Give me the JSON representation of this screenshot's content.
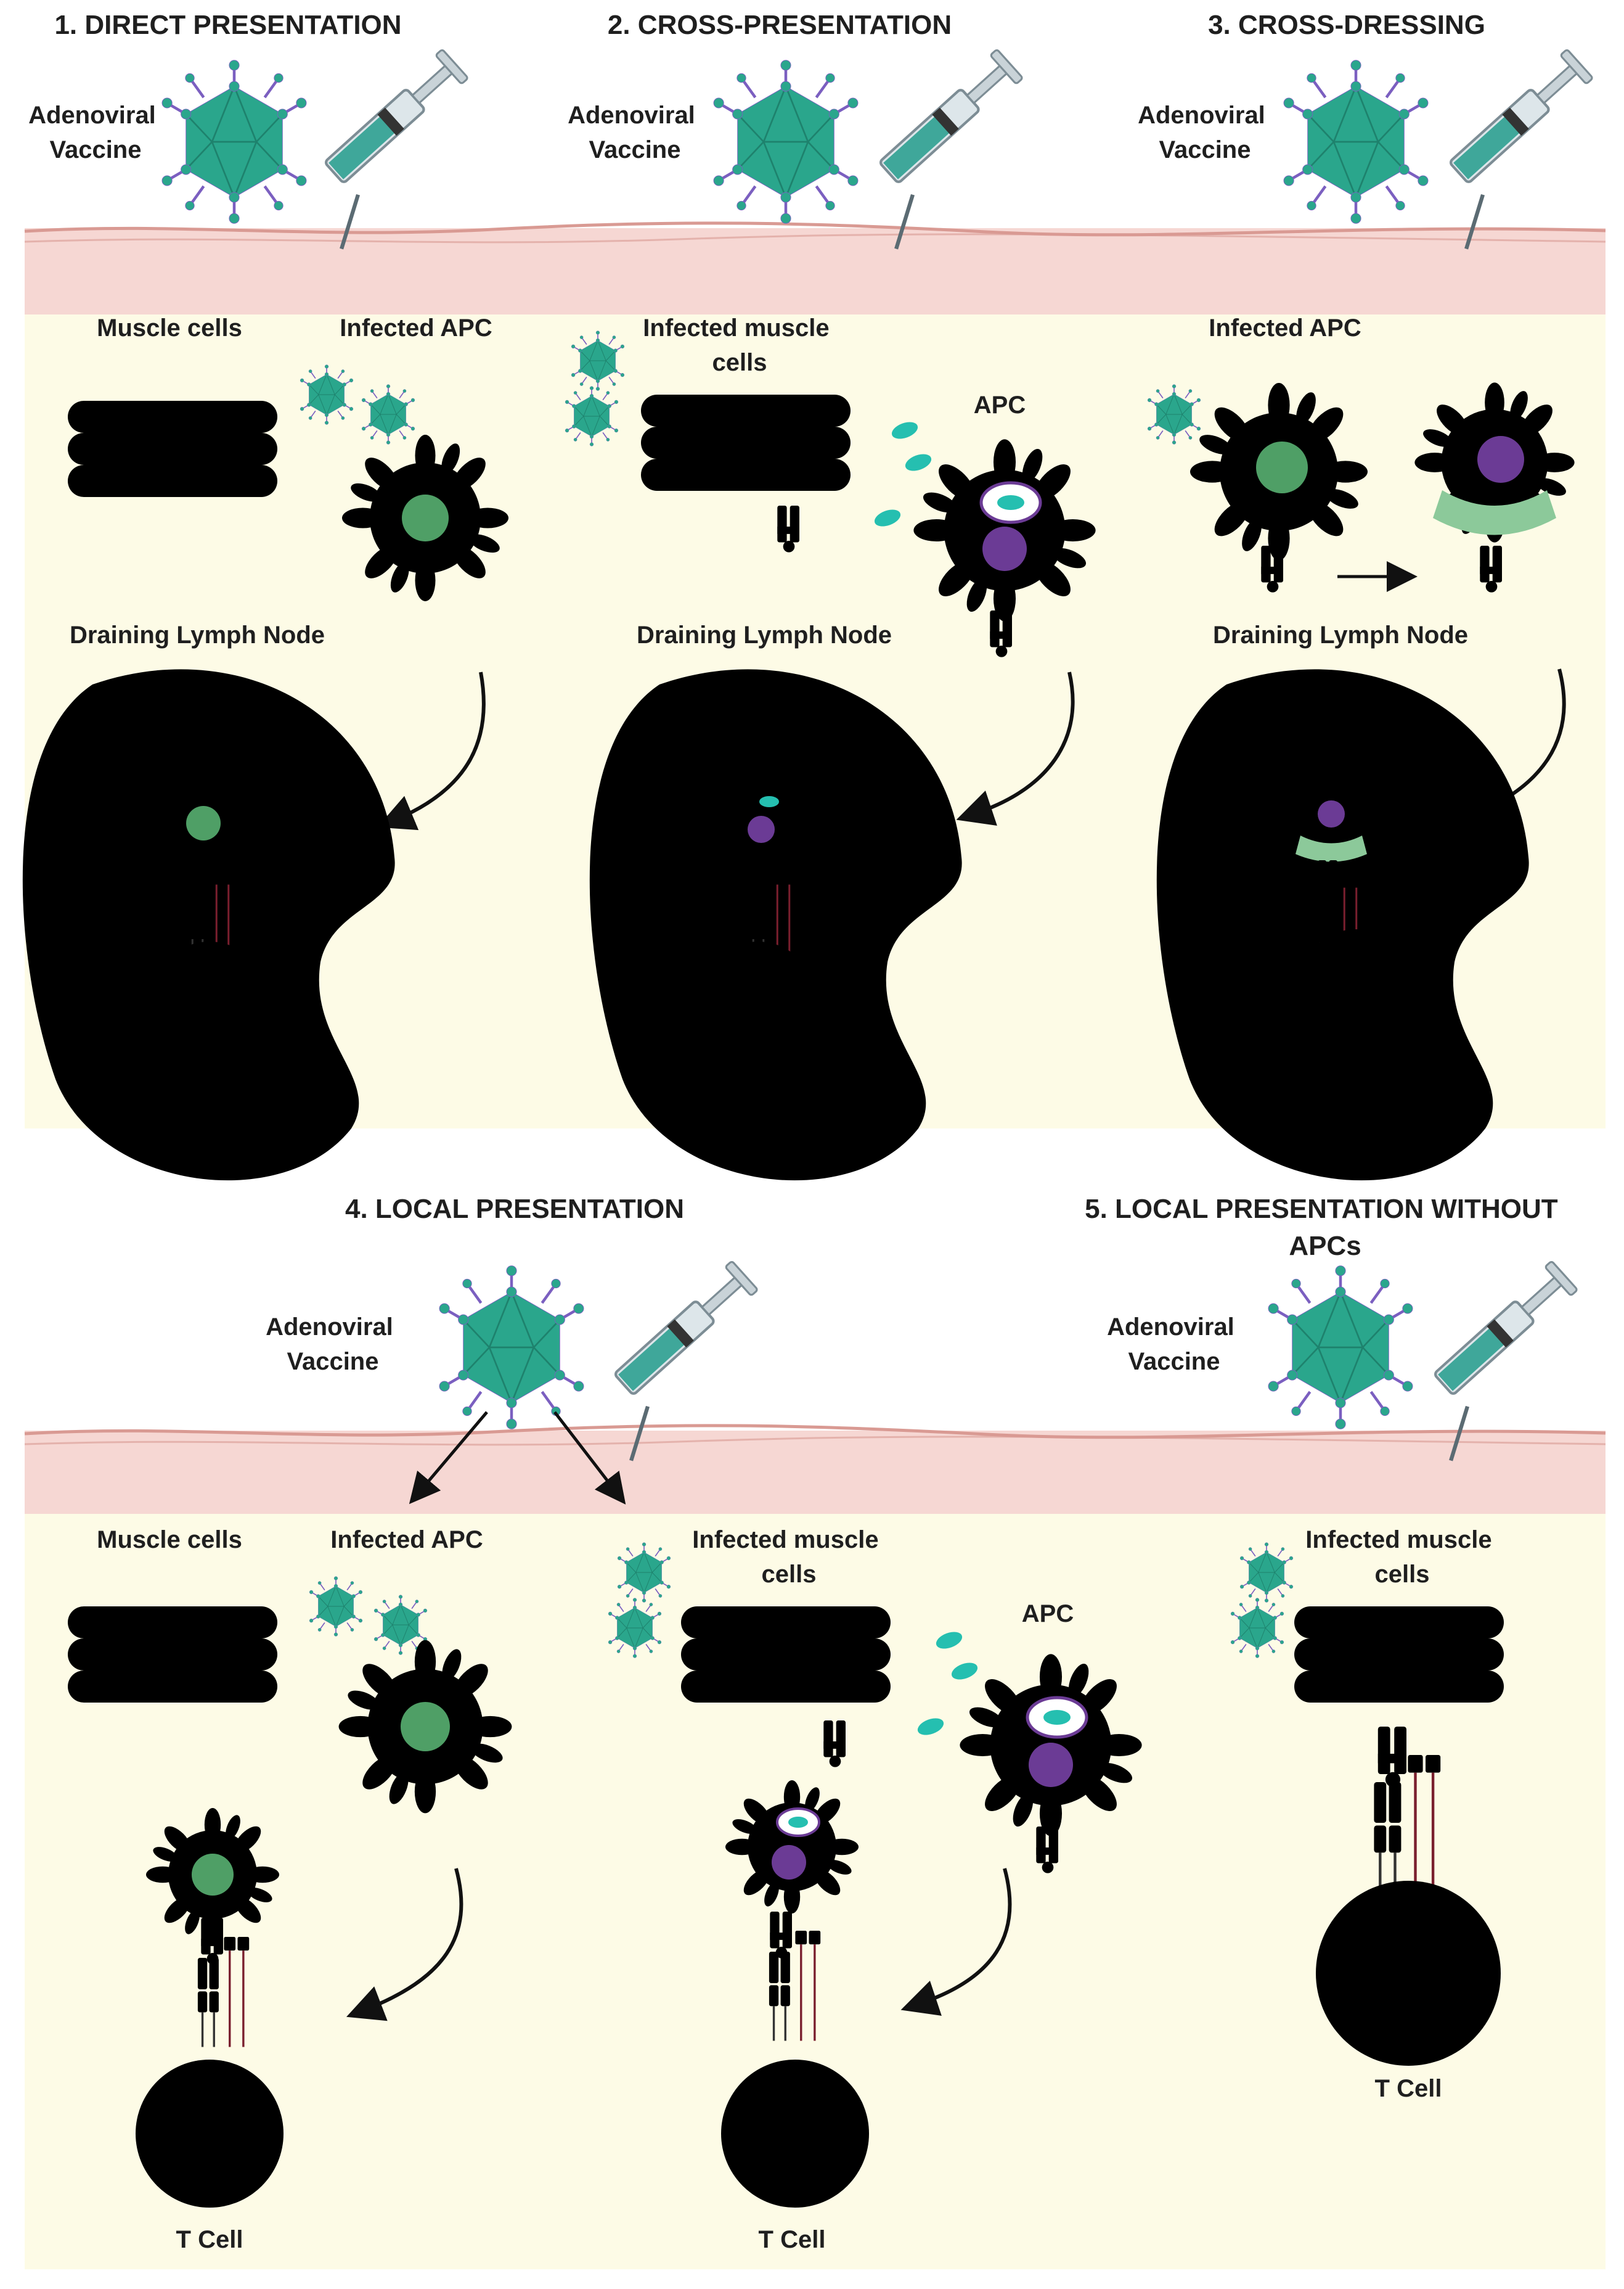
{
  "panels": [
    {
      "title_lines": [
        "1. DIRECT PRESENTATION"
      ],
      "vaccine_label_lines": [
        "Adenoviral",
        "Vaccine"
      ],
      "cell_labels": [
        [
          "Muscle cells"
        ],
        [
          "Infected APC"
        ]
      ],
      "lymph_label": "Draining Lymph Node"
    },
    {
      "title_lines": [
        "2. CROSS-PRESENTATION"
      ],
      "vaccine_label_lines": [
        "Adenoviral",
        "Vaccine"
      ],
      "cell_labels": [
        [
          "Infected muscle",
          "cells"
        ],
        [
          "APC"
        ]
      ],
      "lymph_label": "Draining Lymph Node"
    },
    {
      "title_lines": [
        "3. CROSS-DRESSING"
      ],
      "vaccine_label_lines": [
        "Adenoviral",
        "Vaccine"
      ],
      "cell_labels": [
        [
          "Infected APC"
        ]
      ],
      "lymph_label": "Draining Lymph Node"
    },
    {
      "title_lines": [
        "4. LOCAL PRESENTATION"
      ],
      "vaccine_label_lines": [
        "Adenoviral",
        "Vaccine"
      ],
      "cell_labels": [
        [
          "Muscle cells"
        ],
        [
          "Infected APC"
        ],
        [
          "Infected muscle",
          "cells"
        ],
        [
          "APC"
        ]
      ],
      "tcell_labels": [
        "T Cell",
        "T Cell"
      ]
    },
    {
      "title_lines": [
        "5. LOCAL PRESENTATION WITHOUT",
        "APCs"
      ],
      "vaccine_label_lines": [
        "Adenoviral",
        "Vaccine"
      ],
      "cell_labels": [
        [
          "Infected muscle",
          "cells"
        ]
      ],
      "tcell_labels": [
        "T Cell"
      ]
    }
  ],
  "colors": {
    "tissue": "#fdfbe6",
    "skin": "#f6d7d3",
    "skin_line": "#d99a93",
    "virus": "#2aa68c",
    "virus_vertex": "#ef8a2b",
    "virus_spike": "#7b5fc0",
    "muscle": "#ec7b68",
    "infected_muscle": "#cfe4ef",
    "apc_green": "#8cc99a",
    "apc_green_dark": "#4f9f66",
    "apc_purple": "#9d6bc7",
    "apc_purple_dark": "#6b3b95",
    "tcell": "#76c3e8",
    "tcell_nucleus": "#1c7dba",
    "mhc": "#6e3a8d",
    "tcr": "#2f6f9f",
    "cd8": "#d9536b",
    "antigen": "#25bfb0",
    "lymph_node": "#f7d3d0",
    "lymph_outline": "#e6a7a1"
  }
}
